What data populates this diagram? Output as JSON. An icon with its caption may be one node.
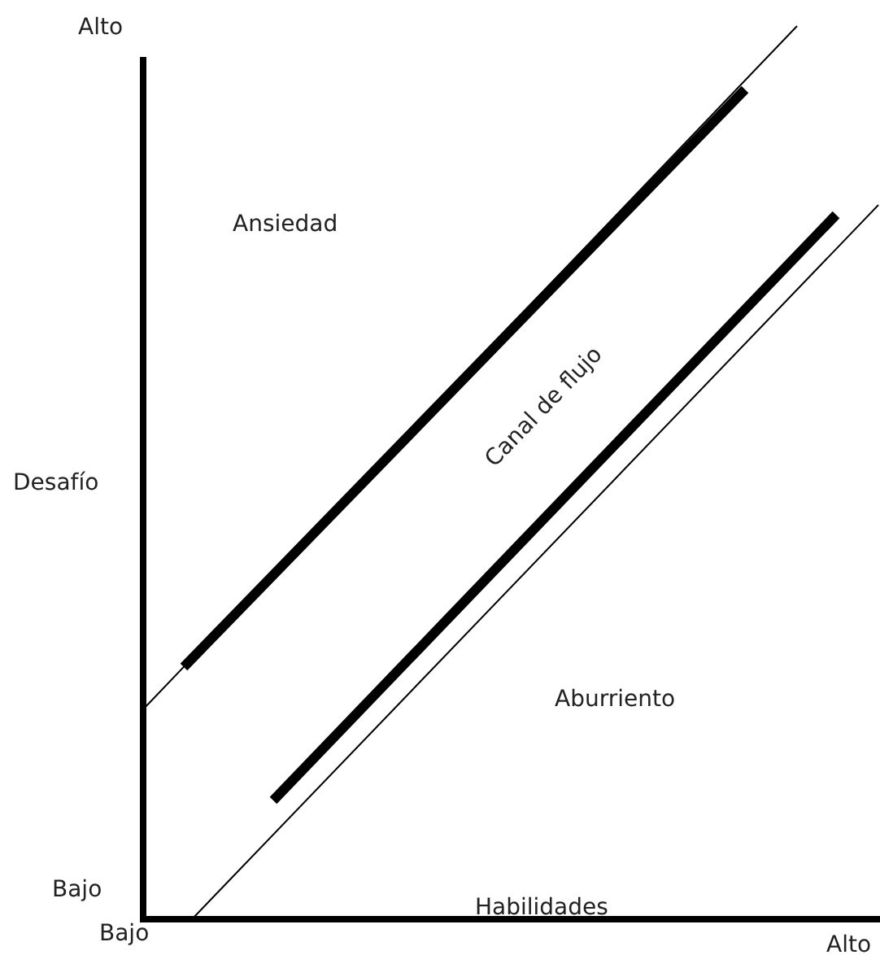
{
  "diagram": {
    "labels": [
      "Alto",
      "Ansiedad",
      "Canal de flujo",
      "Desafío",
      "Aburriento",
      "Bajo",
      "Habilidades",
      "Bajo",
      "Alto"
    ]
  }
}
